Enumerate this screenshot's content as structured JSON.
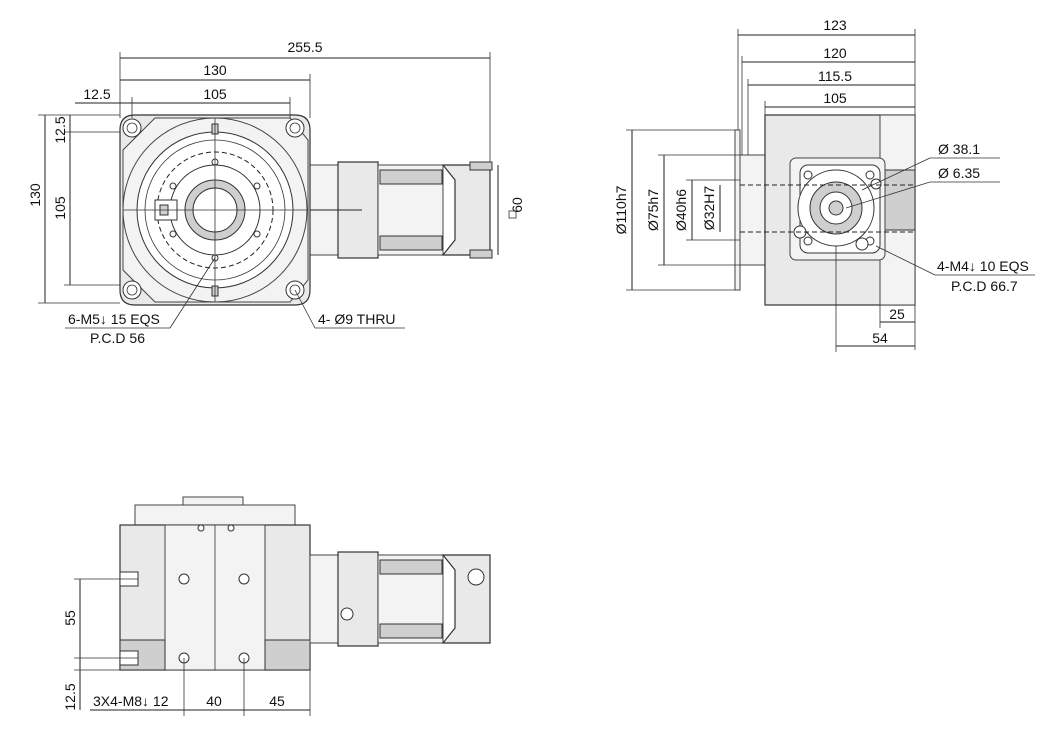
{
  "front_view": {
    "overall_length": "255.5",
    "body_width": "130",
    "offset": "12.5",
    "bolt_span": "105",
    "left_offset": "12.5",
    "left_span": "105",
    "left_height": "130",
    "square": "60",
    "callout_bottom_left": "6-M5↓ 15 EQS",
    "callout_bottom_left_pcd": "P.C.D 56",
    "callout_bottom_right": "4- Ø9 THRU"
  },
  "side_view": {
    "dim_123": "123",
    "dim_120": "120",
    "dim_115_5": "115.5",
    "dim_105": "105",
    "dia_110": "Ø110h7",
    "dia_75": "Ø75h7",
    "dia_40": "Ø40h6",
    "dia_32": "Ø32H7",
    "dia_38_1": "Ø 38.1",
    "dia_6_35": "Ø 6.35",
    "callout_m4": "4-M4↓ 10 EQS",
    "callout_m4_pcd": "P.C.D 66.7",
    "dim_25": "25",
    "dim_54": "54"
  },
  "bottom_view": {
    "dim_55": "55",
    "dim_12_5": "12.5",
    "callout_holes": "3X4-M8↓ 12",
    "dim_40": "40",
    "dim_45": "45"
  }
}
